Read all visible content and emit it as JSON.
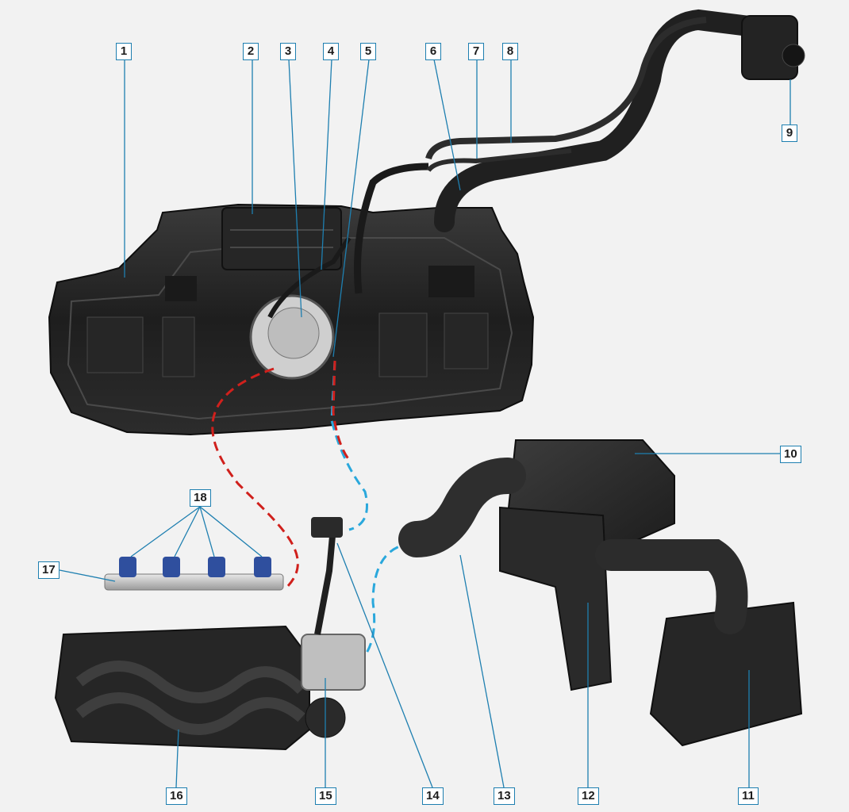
{
  "diagram": {
    "colors": {
      "background": "#f2f2f2",
      "callout_border": "#1e7fb0",
      "leader_line": "#1e7fb0",
      "supply_line": "#d0201c",
      "return_line": "#2aa8dc",
      "component_dark": "#2a2a2a",
      "injector_blue": "#2f4f9e"
    },
    "callouts": [
      {
        "id": "c1",
        "label": "1"
      },
      {
        "id": "c2",
        "label": "2"
      },
      {
        "id": "c3",
        "label": "3"
      },
      {
        "id": "c4",
        "label": "4"
      },
      {
        "id": "c5",
        "label": "5"
      },
      {
        "id": "c6",
        "label": "6"
      },
      {
        "id": "c7",
        "label": "7"
      },
      {
        "id": "c8",
        "label": "8"
      },
      {
        "id": "c9",
        "label": "9"
      },
      {
        "id": "c10",
        "label": "10"
      },
      {
        "id": "c11",
        "label": "11"
      },
      {
        "id": "c12",
        "label": "12"
      },
      {
        "id": "c13",
        "label": "13"
      },
      {
        "id": "c14",
        "label": "14"
      },
      {
        "id": "c15",
        "label": "15"
      },
      {
        "id": "c16",
        "label": "16"
      },
      {
        "id": "c17",
        "label": "17"
      },
      {
        "id": "c18",
        "label": "18"
      }
    ]
  }
}
